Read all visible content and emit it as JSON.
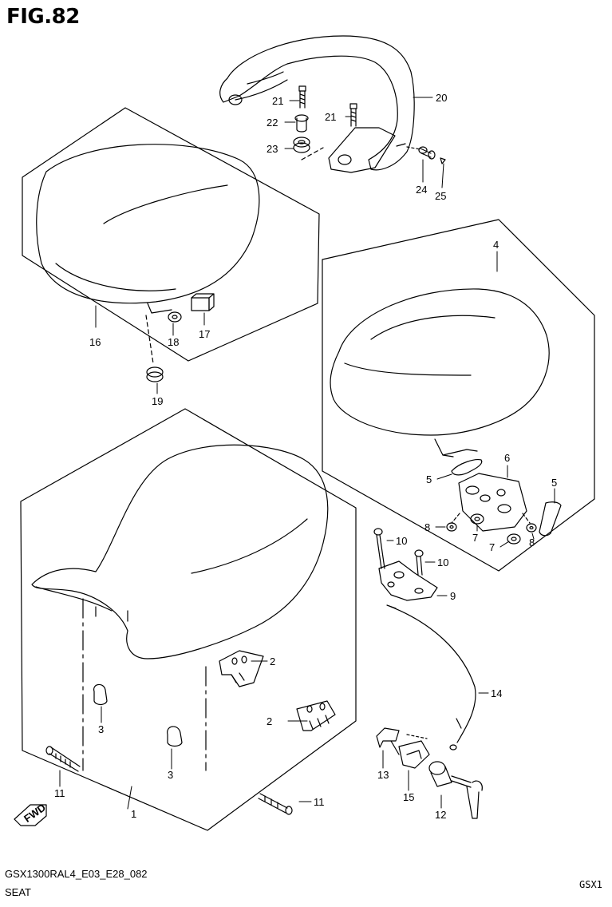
{
  "figure": {
    "title": "FIG.82"
  },
  "footer": {
    "code": "GSX1300RAL4_E03_E28_082",
    "name": "SEAT",
    "right": "GSX1"
  },
  "badge": "FWD",
  "callouts": {
    "c1": "1",
    "c2a": "2",
    "c2b": "2",
    "c3a": "3",
    "c3b": "3",
    "c4": "4",
    "c5a": "5",
    "c5b": "5",
    "c6": "6",
    "c7a": "7",
    "c7b": "7",
    "c8a": "8",
    "c8b": "8",
    "c9": "9",
    "c10a": "10",
    "c10b": "10",
    "c11a": "11",
    "c11b": "11",
    "c12": "12",
    "c13": "13",
    "c14": "14",
    "c15": "15",
    "c16": "16",
    "c17": "17",
    "c18": "18",
    "c19": "19",
    "c20": "20",
    "c21a": "21",
    "c21b": "21",
    "c22": "22",
    "c23": "23",
    "c24": "24",
    "c25": "25"
  }
}
